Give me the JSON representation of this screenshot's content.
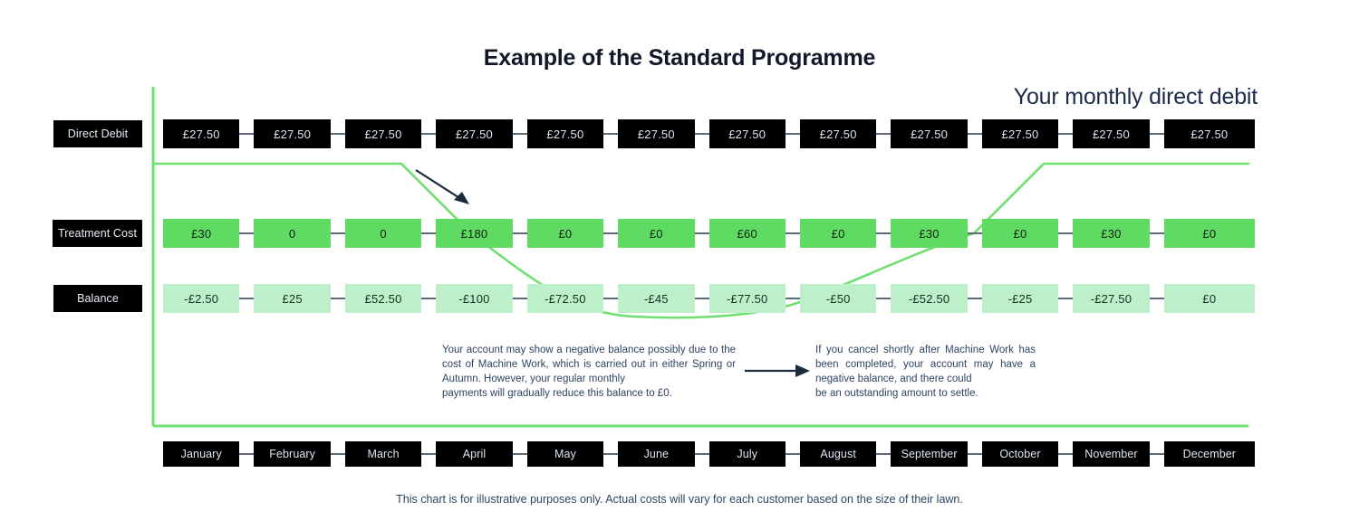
{
  "header": {
    "title": "Example of the Standard Programme",
    "callout_heading": "Your monthly direct debit"
  },
  "colors": {
    "green_line": "#6fe06f",
    "cost_fill": "#5fdb63",
    "balance_fill": "#bdf0ca",
    "label_fill": "#000000",
    "connector": "#5b6b7d",
    "text_navy": "#2d4463",
    "title": "#111827"
  },
  "row_labels": [
    {
      "label": "Direct Debit"
    },
    {
      "label": "Treatment Cost"
    },
    {
      "label": "Balance"
    }
  ],
  "annotations": {
    "left": {
      "line1": "Your account may show a negative balance possibly due to the cost of Machine Work, which is carried out in either Spring or Autumn. However, your regular monthly",
      "line2": "payments will gradually reduce this balance to £0."
    },
    "right": {
      "line1": "If you cancel shortly after Machine Work has been completed, your account may have a negative balance, and there could",
      "line2": "be an outstanding amount to settle."
    },
    "arrow": "arrow-right-icon"
  },
  "footer": {
    "note": "This chart is for illustrative purposes only. Actual costs will vary for each customer based on the size of their lawn."
  },
  "chart_data": {
    "type": "table",
    "title": "Example of the Standard Programme",
    "xlabel": "",
    "ylabel": "",
    "categories": [
      "January",
      "February",
      "March",
      "April",
      "May",
      "June",
      "July",
      "August",
      "September",
      "October",
      "November",
      "December"
    ],
    "series": [
      {
        "name": "Direct Debit",
        "values": [
          "£27.50",
          "£27.50",
          "£27.50",
          "£27.50",
          "£27.50",
          "£27.50",
          "£27.50",
          "£27.50",
          "£27.50",
          "£27.50",
          "£27.50",
          "£27.50"
        ],
        "numeric": [
          27.5,
          27.5,
          27.5,
          27.5,
          27.5,
          27.5,
          27.5,
          27.5,
          27.5,
          27.5,
          27.5,
          27.5
        ]
      },
      {
        "name": "Treatment Cost",
        "values": [
          "£30",
          "0",
          "0",
          "£180",
          "£0",
          "£0",
          "£60",
          "£0",
          "£30",
          "£0",
          "£30",
          "£0"
        ],
        "numeric": [
          30,
          0,
          0,
          180,
          0,
          0,
          60,
          0,
          30,
          0,
          30,
          0
        ]
      },
      {
        "name": "Balance",
        "values": [
          "-£2.50",
          "£25",
          "£52.50",
          "-£100",
          "-£72.50",
          "-£45",
          "-£77.50",
          "-£50",
          "-£52.50",
          "-£25",
          "-£27.50",
          "£0"
        ],
        "numeric": [
          -2.5,
          25,
          52.5,
          -100,
          -72.5,
          -45,
          -77.5,
          -50,
          -52.5,
          -25,
          -27.5,
          0
        ]
      }
    ],
    "legend": [],
    "grid": false,
    "annotation_note": "Green trend line illustrates balance dipping after Machine Work and recovering to £0."
  }
}
